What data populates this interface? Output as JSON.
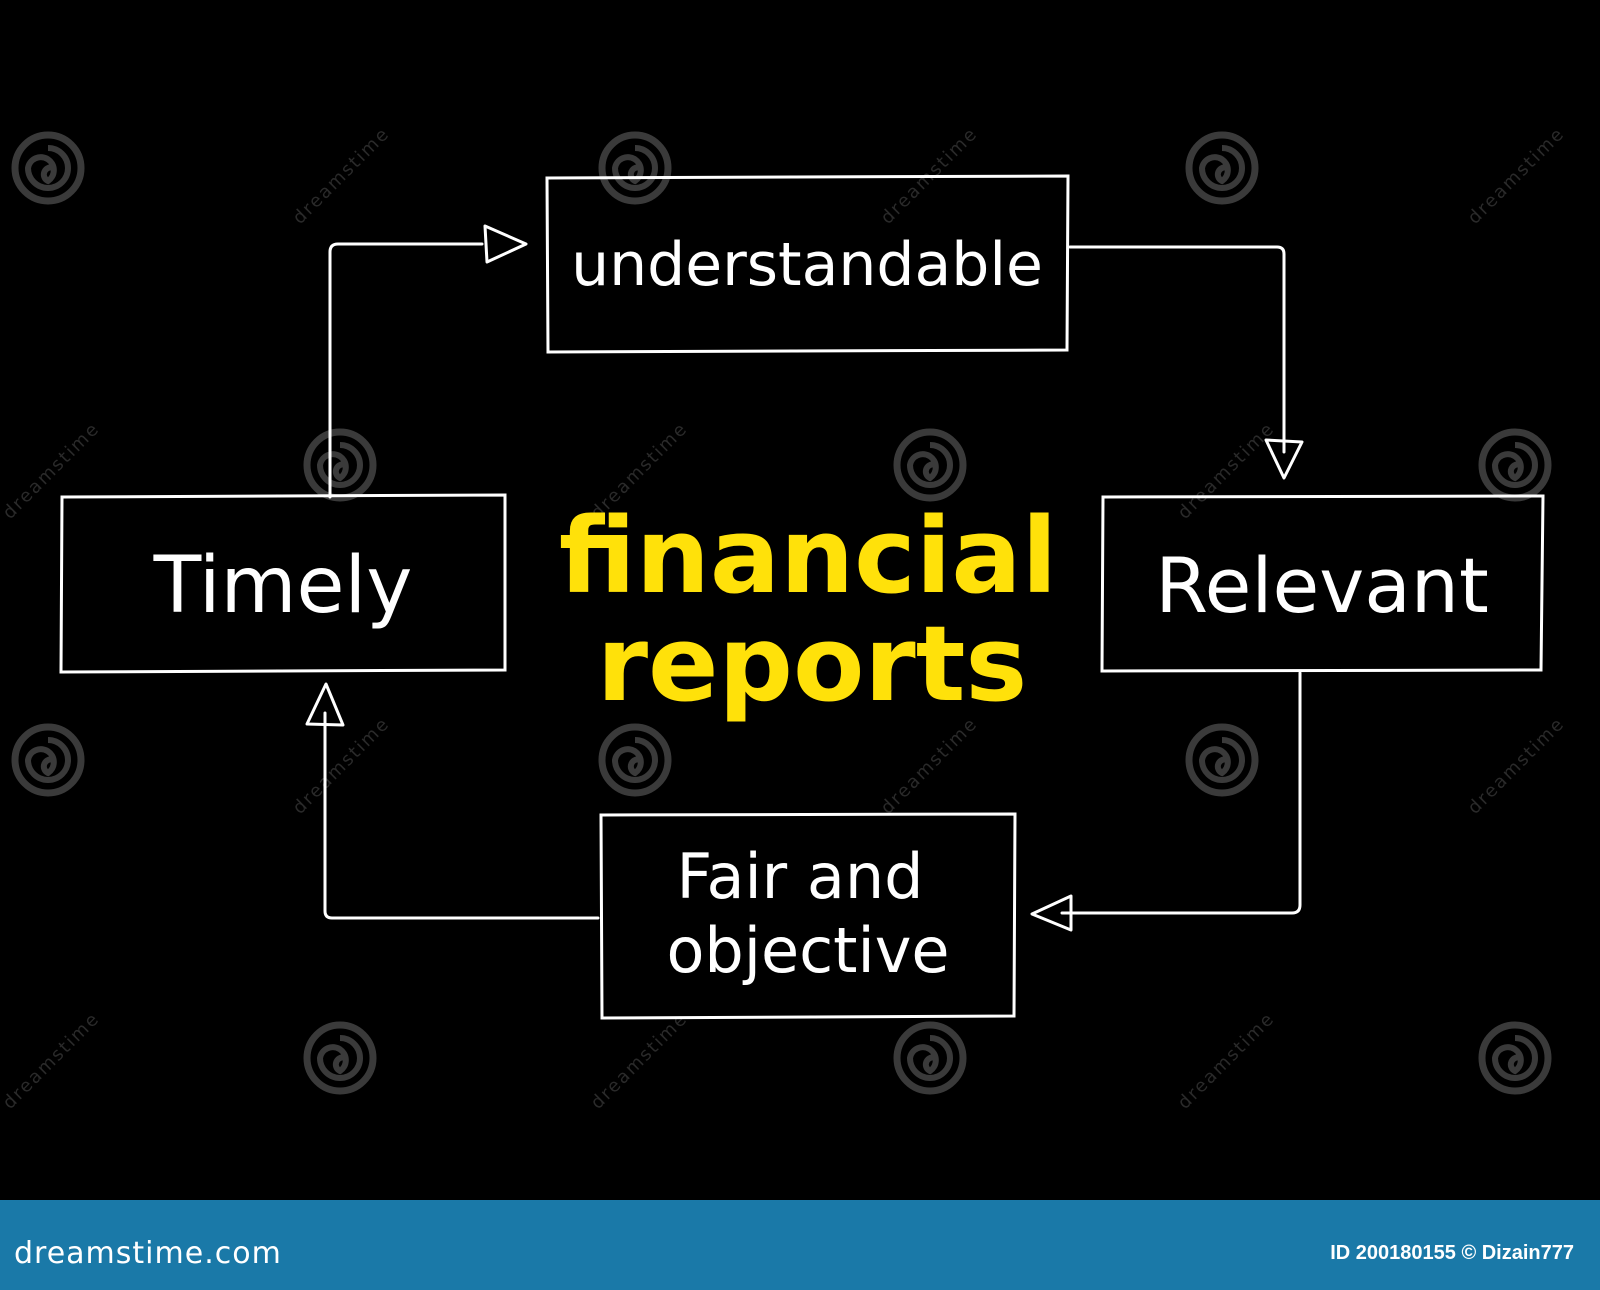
{
  "diagram": {
    "center_title_line1": "financial",
    "center_title_line2": "reports",
    "nodes": {
      "top": "understandable",
      "right": "Relevant",
      "bottom_line1": "Fair and",
      "bottom_line2": "objective",
      "left": "Timely"
    },
    "colors": {
      "background": "#000000",
      "node_text": "#ffffff",
      "center_text": "#ffe10a",
      "lines": "#ffffff"
    }
  },
  "watermark": {
    "text": "dreamstime",
    "icon": "spiral-logo-icon"
  },
  "footer": {
    "brand": "dreamstime.com",
    "id_text": "ID 200180155 © Dizain777",
    "color": "#1a79a8"
  }
}
